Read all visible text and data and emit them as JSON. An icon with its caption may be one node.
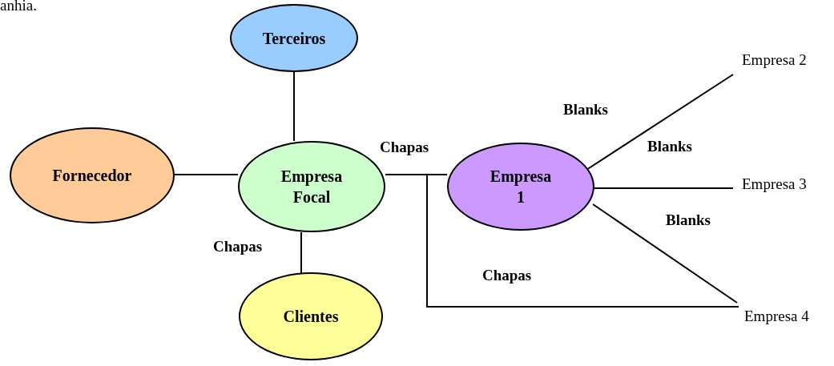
{
  "diagram": {
    "nodes": [
      {
        "text": [
          "Terceiros"
        ]
      },
      {
        "text": [
          "Fornecedor"
        ]
      },
      {
        "text": [
          "Empresa Focal"
        ]
      },
      {
        "text": [
          "Clientes"
        ]
      },
      {
        "text": [
          "Empresa 1"
        ]
      },
      {
        "text": [
          "Empresa 2"
        ]
      },
      {
        "text": [
          "Empresa 3"
        ]
      },
      {
        "text": [
          "Empresa 4"
        ]
      }
    ],
    "edges": [
      {
        "from": 0,
        "to": 2,
        "arrow": "none"
      },
      {
        "from": 1,
        "to": 2,
        "arrow": "none"
      },
      {
        "from": 2,
        "to": 3,
        "arrow": "none",
        "label": "Chapas"
      },
      {
        "from": 2,
        "to": 4,
        "arrow": "none",
        "label": "Chapas"
      },
      {
        "from": 2,
        "to": 7,
        "arrow": "none",
        "label": "Chapas"
      },
      {
        "from": 4,
        "to": 5,
        "arrow": "none",
        "label": "Blanks"
      },
      {
        "from": 4,
        "to": 6,
        "arrow": "none"
      },
      {
        "from": 4,
        "to": 7,
        "arrow": "none",
        "label": "Blanks"
      }
    ],
    "labels": [
      "anhia.",
      "Blanks"
    ]
  }
}
